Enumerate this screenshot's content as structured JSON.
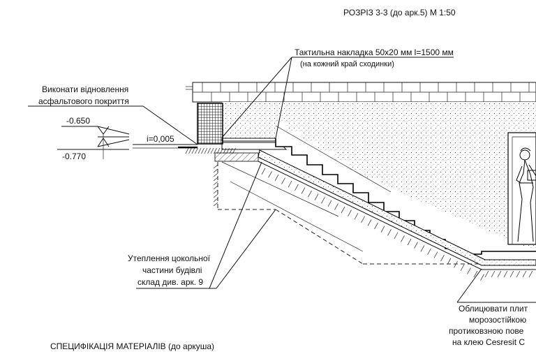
{
  "title": "РОЗРІЗ 3-3 (до арк.5) М 1:50",
  "tactile_note": {
    "line1": "Тактильна накладка 50х20 мм l=1500 мм",
    "line2": "(на кожний край сходинки)"
  },
  "asphalt_note": {
    "line1": "Виконати відновлення",
    "line2": "асфальтового покриття"
  },
  "levels": {
    "upper": "-0.650",
    "lower": "-0.770"
  },
  "slope": "i=0,005",
  "insulation_note": {
    "line1": "Утеплення цокольної",
    "line2": "частини будівлі",
    "line3": "склад див. арк. 9"
  },
  "tile_note": {
    "line1": "Облицювати плит",
    "line2": "морозостійкою",
    "line3": "протиковзною пове",
    "line4": "на клею Cesresit C"
  },
  "spec_heading": "СПЕЦИФІКАЦІЯ МАТЕРІАЛІВ (до аркуша)"
}
